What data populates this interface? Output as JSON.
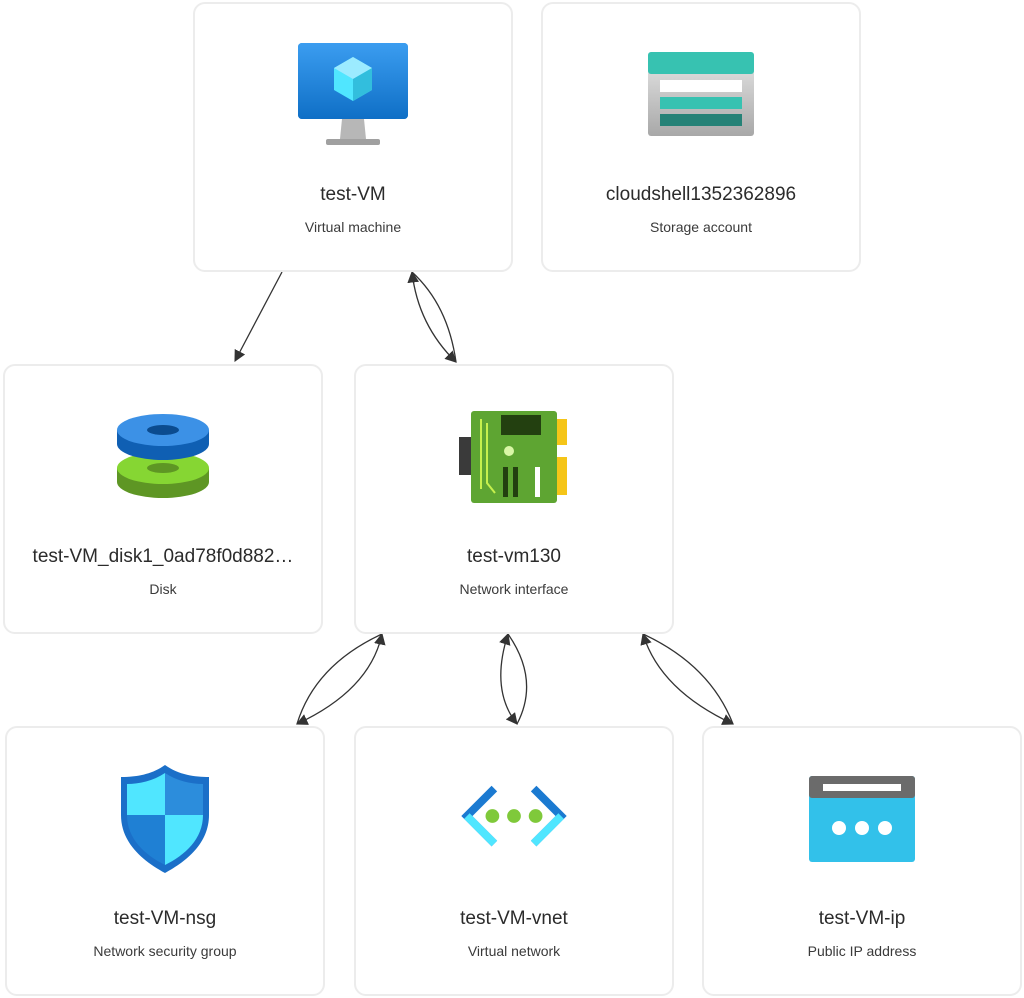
{
  "nodes": [
    {
      "id": "vm",
      "name": "test-VM",
      "type": "Virtual machine",
      "icon": "virtual-machine-icon"
    },
    {
      "id": "sa",
      "name": "cloudshell1352362896",
      "type": "Storage account",
      "icon": "storage-account-icon"
    },
    {
      "id": "disk",
      "name": "test-VM_disk1_0ad78f0d882…",
      "type": "Disk",
      "icon": "disk-icon"
    },
    {
      "id": "nic",
      "name": "test-vm130",
      "type": "Network interface",
      "icon": "network-interface-icon"
    },
    {
      "id": "nsg",
      "name": "test-VM-nsg",
      "type": "Network security group",
      "icon": "shield-icon"
    },
    {
      "id": "vnet",
      "name": "test-VM-vnet",
      "type": "Virtual network",
      "icon": "virtual-network-icon"
    },
    {
      "id": "ip",
      "name": "test-VM-ip",
      "type": "Public IP address",
      "icon": "public-ip-icon"
    }
  ],
  "edges": [
    {
      "from": "vm",
      "to": "disk",
      "direction": "one-way"
    },
    {
      "from": "vm",
      "to": "nic",
      "direction": "two-way"
    },
    {
      "from": "nic",
      "to": "nsg",
      "direction": "two-way"
    },
    {
      "from": "nic",
      "to": "vnet",
      "direction": "two-way"
    },
    {
      "from": "nic",
      "to": "ip",
      "direction": "two-way"
    }
  ],
  "colors": {
    "card_border": "#ececec",
    "edge": "#333333",
    "azure_blue": "#0078d4",
    "cyan": "#50e6ff",
    "teal": "#37c2b1",
    "green": "#76bc2d"
  }
}
